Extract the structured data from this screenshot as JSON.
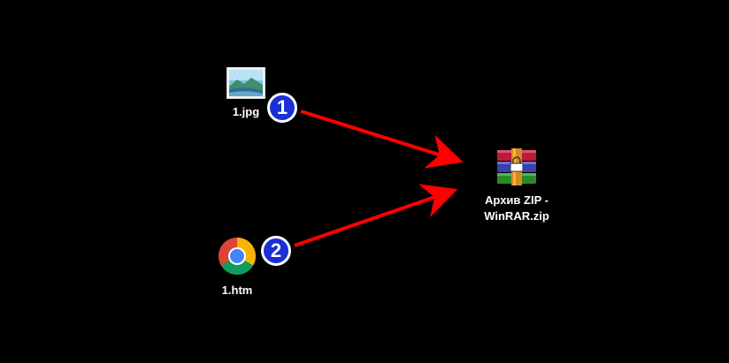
{
  "desktop": {
    "icons": [
      {
        "label": "1.jpg",
        "icon": "image-file-icon"
      },
      {
        "label": "1.htm",
        "icon": "chrome-icon"
      },
      {
        "label": "Архив ZIP -\nWinRAR.zip",
        "icon": "winrar-archive-icon"
      }
    ]
  },
  "annotations": {
    "badge_1": "1",
    "badge_2": "2",
    "arrow_color": "#ff0000",
    "badge_color": "#1a2fd6"
  }
}
